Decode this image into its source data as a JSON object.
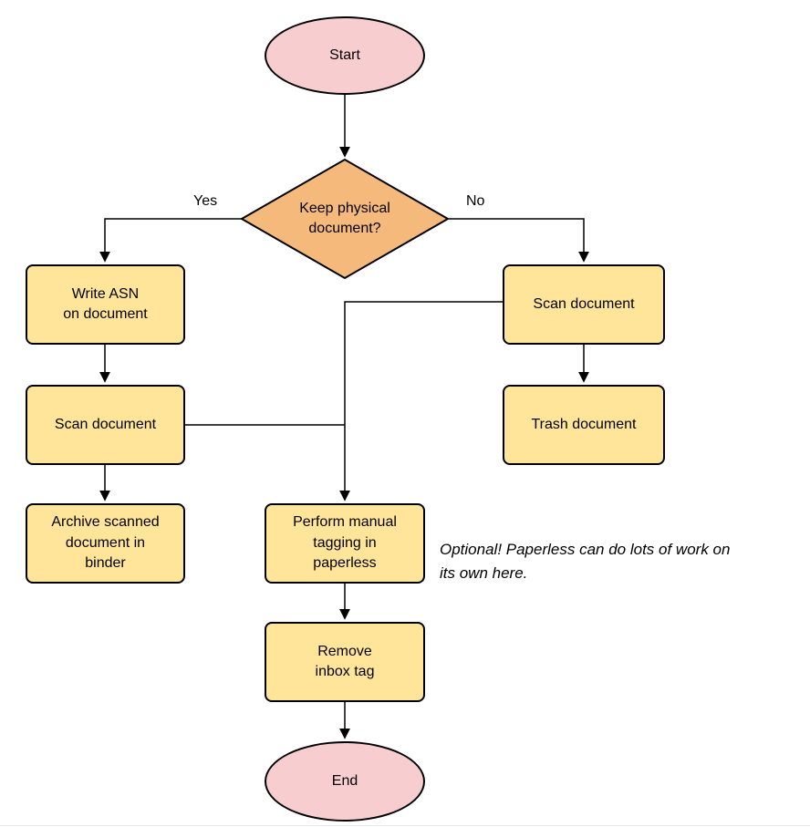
{
  "diagram": {
    "nodes": {
      "start": {
        "label": "Start"
      },
      "decision": {
        "label": "Keep physical\ndocument?"
      },
      "write_asn": {
        "label": "Write ASN\non document"
      },
      "scan_left": {
        "label": "Scan document"
      },
      "archive": {
        "label": "Archive scanned\ndocument in\nbinder"
      },
      "scan_right": {
        "label": "Scan document"
      },
      "trash": {
        "label": "Trash document"
      },
      "tagging": {
        "label": "Perform manual\ntagging in\npaperless"
      },
      "remove_inbox": {
        "label": "Remove\ninbox tag"
      },
      "end": {
        "label": "End"
      }
    },
    "edge_labels": {
      "yes": "Yes",
      "no": "No"
    },
    "annotation": "Optional! Paperless can do lots of work on\nits own here.",
    "colors": {
      "terminal_fill": "#f8cdcf",
      "process_fill": "#ffe599",
      "decision_fill": "#f5b97c",
      "stroke": "#000000"
    }
  }
}
